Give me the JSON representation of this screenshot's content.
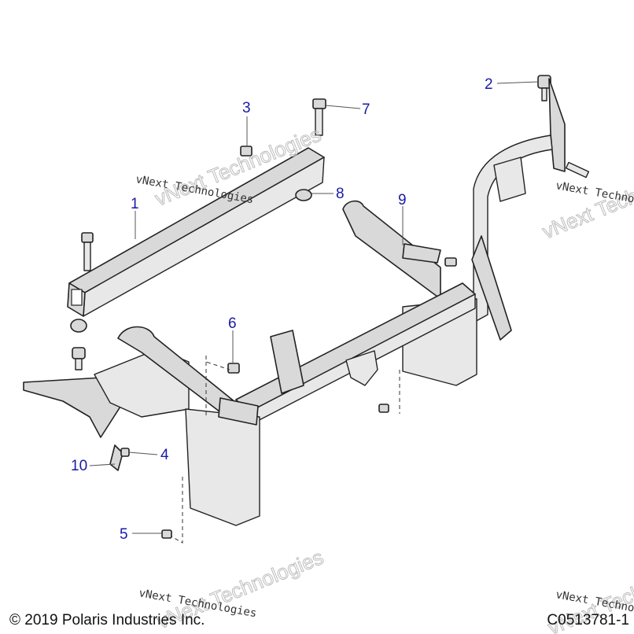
{
  "callouts": [
    {
      "label": "1"
    },
    {
      "label": "2"
    },
    {
      "label": "3"
    },
    {
      "label": "4"
    },
    {
      "label": "5"
    },
    {
      "label": "6"
    },
    {
      "label": "7"
    },
    {
      "label": "8"
    },
    {
      "label": "9"
    },
    {
      "label": "10"
    }
  ],
  "watermark": {
    "line1": "vNext Technologies",
    "line2": "vNext Technologies"
  },
  "footer": {
    "copyright": "© 2019 Polaris Industries Inc.",
    "figure_id": "C0513781-1"
  }
}
